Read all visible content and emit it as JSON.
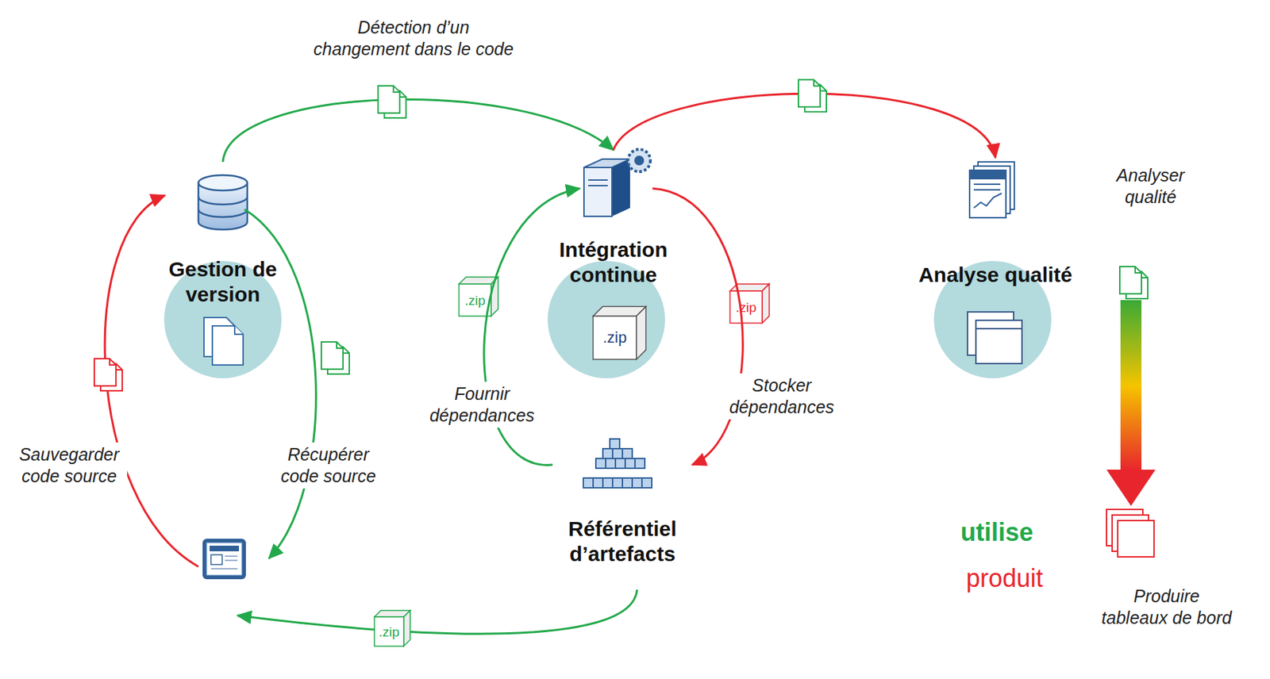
{
  "diagram": {
    "nodes": [
      {
        "text": [
          "Gestion de version"
        ]
      },
      {
        "text": [
          "Intégration continue"
        ]
      },
      {
        "text": [
          "Analyse qualité"
        ]
      },
      {
        "text": [
          "Référentiel d’artefacts"
        ]
      }
    ],
    "edges": [
      {
        "from": 0,
        "to": 1,
        "arrow": "to",
        "label": "Détection d’un changement dans le code"
      },
      {
        "from": 1,
        "to": 2,
        "arrow": "to"
      },
      {
        "from": 1,
        "to": 3,
        "arrow": "to",
        "label": "Stocker dépendances"
      },
      {
        "from": 3,
        "to": 1,
        "arrow": "to",
        "label": "Fournir dépendances"
      }
    ],
    "labels": [
      "Sauvegarder code source",
      "Récupérer code source",
      ".zip",
      ".zip",
      ".zip",
      ".zip",
      "Analyser qualité",
      "Produire tableaux de bord"
    ],
    "legend": [
      {
        "text": "utilise",
        "color": "#22a84a"
      },
      {
        "text": "produit",
        "color": "#e8242c"
      }
    ]
  }
}
